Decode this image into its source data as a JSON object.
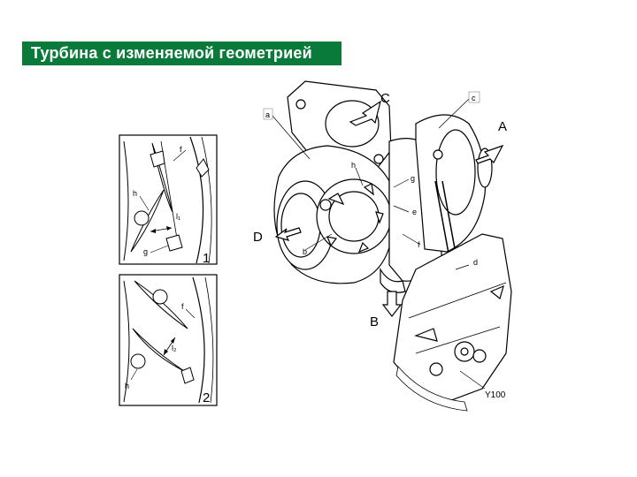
{
  "title": "Турбина с изменяемой геометрией",
  "inset1": {
    "number": "1",
    "labels": {
      "f": "f",
      "h": "h",
      "g": "g",
      "gap": "l₁"
    }
  },
  "inset2": {
    "number": "2",
    "labels": {
      "f": "f",
      "h": "h",
      "gap": "l₂"
    }
  },
  "main": {
    "labels": {
      "a": "a",
      "b": "b",
      "c": "c",
      "d": "d",
      "e": "e",
      "f": "f",
      "g": "g",
      "h": "h"
    },
    "arrows": {
      "A": "A",
      "B": "B",
      "C": "C",
      "D": "D"
    },
    "code": "Y100"
  }
}
